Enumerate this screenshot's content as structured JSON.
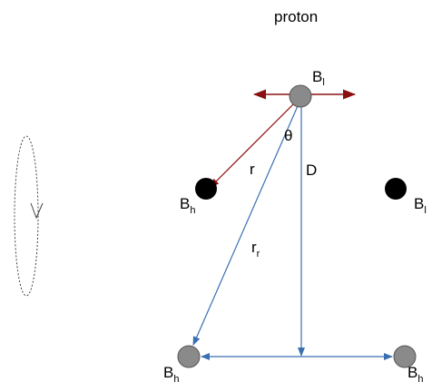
{
  "title": "proton",
  "labels": {
    "angle": "θ",
    "r": "r",
    "D": "D",
    "rr_main": "r",
    "rr_sub": "r",
    "bl_top_main": "B",
    "bl_top_sub": "l",
    "bh_left_main": "B",
    "bh_left_sub": "h",
    "bl_right_main": "B",
    "bl_right_sub": "l",
    "bh_bottom_left_main": "B",
    "bh_bottom_left_sub": "h",
    "bh_bottom_right_main": "B",
    "bh_bottom_right_sub": "h"
  },
  "colors": {
    "gray_ball": "#8a8a8a",
    "black_ball": "#000000",
    "blue_arrow": "#3a6fb0",
    "red_arrow": "#8b1010",
    "dotted": "#444444"
  }
}
